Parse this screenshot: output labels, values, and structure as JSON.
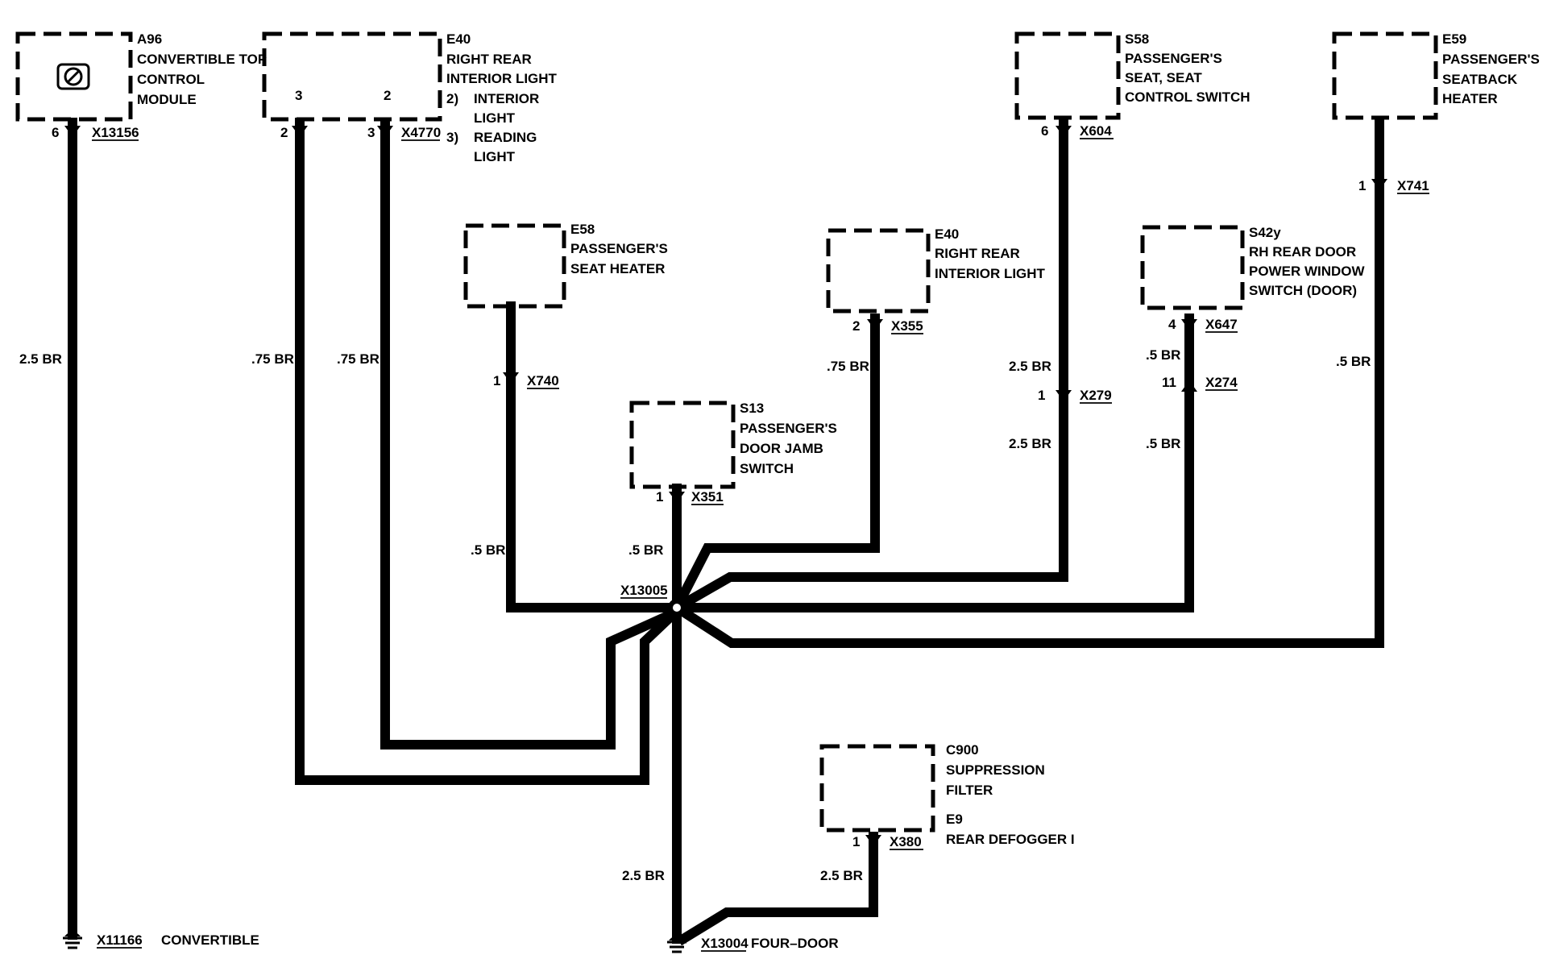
{
  "components": {
    "a96": {
      "id": "A96",
      "lines": [
        "CONVERTIBLE TOP",
        "CONTROL",
        "MODULE"
      ]
    },
    "e40_top": {
      "id": "E40",
      "lines": [
        "RIGHT REAR",
        "INTERIOR LIGHT"
      ],
      "notes": [
        [
          "2)",
          "INTERIOR"
        ],
        [
          "",
          "LIGHT"
        ],
        [
          "3)",
          "READING"
        ],
        [
          "",
          "LIGHT"
        ]
      ],
      "internal_pins": [
        "3",
        "2"
      ]
    },
    "s58": {
      "id": "S58",
      "lines": [
        "PASSENGER'S",
        "SEAT, SEAT",
        "CONTROL SWITCH"
      ]
    },
    "e59": {
      "id": "E59",
      "lines": [
        "PASSENGER'S",
        "SEATBACK",
        "HEATER"
      ]
    },
    "e58": {
      "id": "E58",
      "lines": [
        "PASSENGER'S",
        "SEAT HEATER"
      ]
    },
    "e40_mid": {
      "id": "E40",
      "lines": [
        "RIGHT REAR",
        "INTERIOR LIGHT"
      ]
    },
    "s42y": {
      "id": "S42y",
      "lines": [
        "RH REAR DOOR",
        "POWER WINDOW",
        "SWITCH (DOOR)"
      ]
    },
    "s13": {
      "id": "S13",
      "lines": [
        "PASSENGER'S",
        "DOOR JAMB",
        "SWITCH"
      ]
    },
    "c900": {
      "id": "C900",
      "lines": [
        "SUPPRESSION",
        "FILTER"
      ]
    },
    "e9": {
      "id": "E9",
      "lines": [
        "REAR DEFOGGER I"
      ]
    }
  },
  "connectors": {
    "x13156": {
      "name": "X13156",
      "pin": "6"
    },
    "x4770": {
      "name": "X4770",
      "pins": [
        "2",
        "3"
      ]
    },
    "x604": {
      "name": "X604",
      "pin": "6"
    },
    "x741": {
      "name": "X741",
      "pin": "1"
    },
    "x740": {
      "name": "X740",
      "pin": "1"
    },
    "x355": {
      "name": "X355",
      "pin": "2"
    },
    "x647": {
      "name": "X647",
      "pin": "4"
    },
    "x274": {
      "name": "X274",
      "pin": "11"
    },
    "x279": {
      "name": "X279",
      "pin": "1"
    },
    "x351": {
      "name": "X351",
      "pin": "1"
    },
    "x380": {
      "name": "X380",
      "pin": "1"
    }
  },
  "splice": {
    "name": "X13005"
  },
  "grounds": {
    "x11166": {
      "name": "X11166",
      "label": "CONVERTIBLE"
    },
    "x13004": {
      "name": "X13004",
      "label": "FOUR–DOOR"
    }
  },
  "wires": {
    "a96": "2.5 BR",
    "e40_pin2": ".75 BR",
    "e40_pin3": ".75 BR",
    "e58": ".5 BR",
    "s13": ".5 BR",
    "e40_mid": ".75 BR",
    "s58_upper": "2.5 BR",
    "s58_lower": "2.5 BR",
    "s42y_upper": ".5 BR",
    "s42y_lower": ".5 BR",
    "e59": ".5 BR",
    "ground": "2.5 BR",
    "c900": "2.5 BR"
  }
}
